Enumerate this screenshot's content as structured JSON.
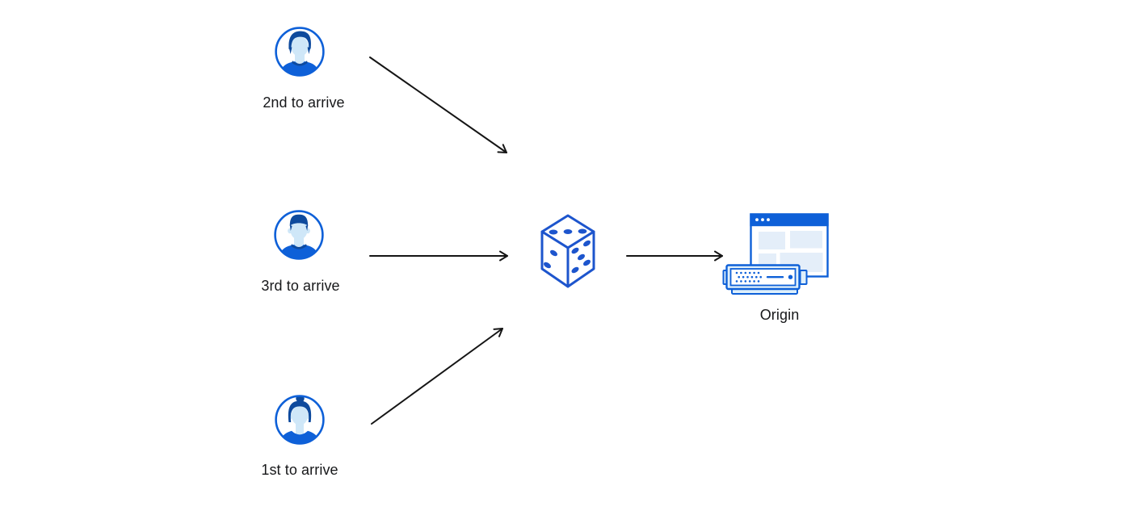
{
  "palette": {
    "bg": "#ffffff",
    "white": "#ffffff",
    "blue": "#0e60d8",
    "navy": "#0e4a9d",
    "skin": "#cfe7f8",
    "pale": "#e4eef9",
    "server_fill": "#dff0fb",
    "dice": "#1d55cd",
    "arrow": "#151515",
    "text": "#17181a"
  },
  "diagram": {
    "clients": [
      {
        "id": "client-2nd",
        "label": "2nd to arrive",
        "avatar_icon": "man-swept-hair-avatar-icon"
      },
      {
        "id": "client-3rd",
        "label": "3rd to arrive",
        "avatar_icon": "man-short-hair-avatar-icon"
      },
      {
        "id": "client-1st",
        "label": "1st to arrive",
        "avatar_icon": "woman-bun-hair-avatar-icon"
      }
    ],
    "selector": {
      "icon": "dice-icon"
    },
    "origin": {
      "label": "Origin",
      "icon": "origin-server-icon"
    },
    "connections": [
      {
        "from": "client-2nd",
        "to": "dice"
      },
      {
        "from": "client-3rd",
        "to": "dice"
      },
      {
        "from": "client-1st",
        "to": "dice"
      },
      {
        "from": "dice",
        "to": "origin"
      }
    ]
  }
}
